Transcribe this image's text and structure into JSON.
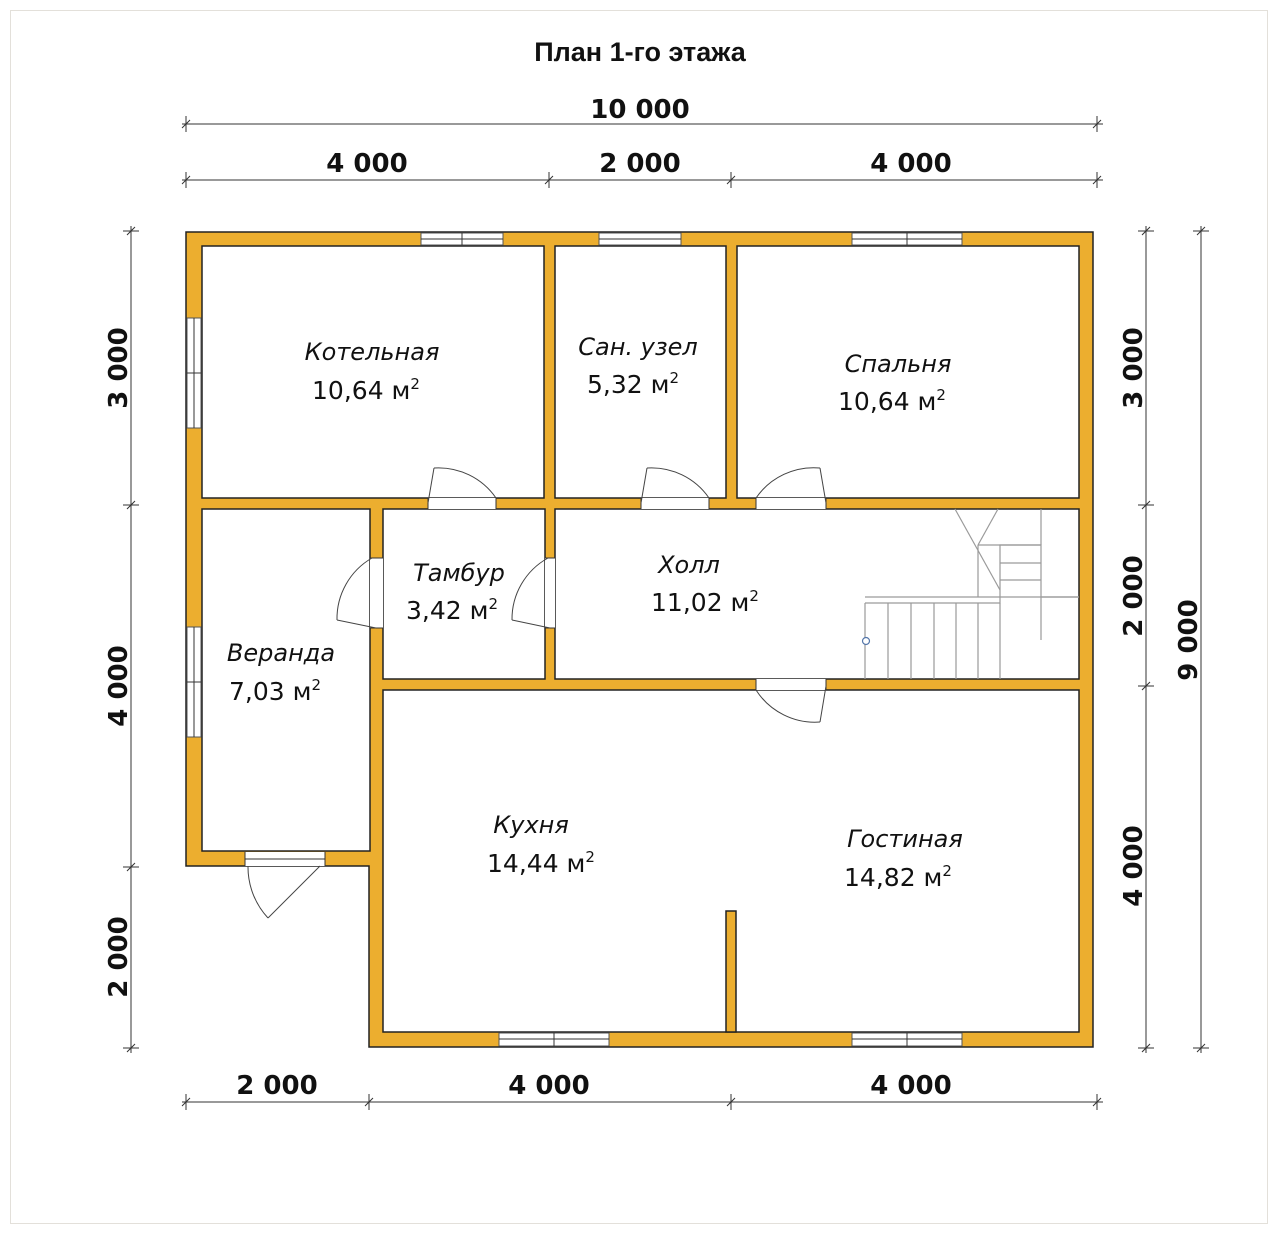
{
  "title": "План 1-го этажа",
  "dimensions": {
    "top_total": "10 000",
    "top_1": "4 000",
    "top_2": "2 000",
    "top_3": "4 000",
    "bottom_1": "2 000",
    "bottom_2": "4 000",
    "bottom_3": "4 000",
    "left_1": "3 000",
    "left_2": "4 000",
    "left_3": "2 000",
    "right_1": "3 000",
    "right_2": "2 000",
    "right_3": "4 000",
    "right_total": "9 000"
  },
  "rooms": {
    "boiler": {
      "name": "Котельная",
      "area": "10,64 м",
      "unit_sup": "2"
    },
    "bath": {
      "name": "Сан. узел",
      "area": "5,32 м",
      "unit_sup": "2"
    },
    "bedroom": {
      "name": "Спальня",
      "area": "10,64 м",
      "unit_sup": "2"
    },
    "vestibule": {
      "name": "Тамбур",
      "area": "3,42 м",
      "unit_sup": "2"
    },
    "hall": {
      "name": "Холл",
      "area": "11,02 м",
      "unit_sup": "2"
    },
    "veranda": {
      "name": "Веранда",
      "area": "7,03 м",
      "unit_sup": "2"
    },
    "kitchen": {
      "name": "Кухня",
      "area": "14,44 м",
      "unit_sup": "2"
    },
    "living": {
      "name": "Гостиная",
      "area": "14,82 м",
      "unit_sup": "2"
    }
  },
  "colors": {
    "wall": "#ecae2f",
    "outline": "#222222",
    "background": "#ffffff"
  }
}
